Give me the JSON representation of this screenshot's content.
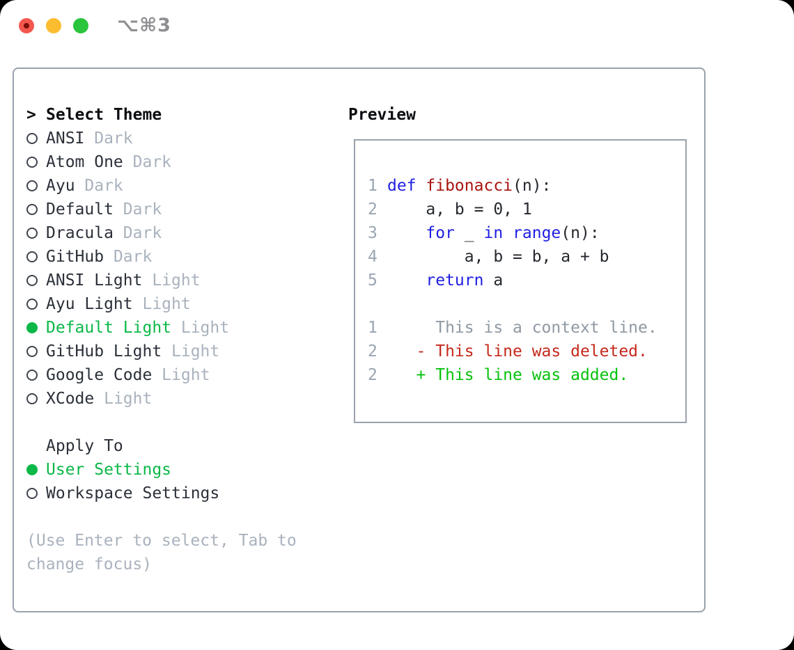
{
  "titlebar": {
    "shortcut": "⌥⌘3",
    "buttons": [
      "close-button",
      "minimize-button",
      "zoom-button"
    ]
  },
  "colors": {
    "traffic_red": "#f4574e",
    "traffic_yellow": "#fcbc2f",
    "traffic_green": "#2bc43d",
    "panel_border": "#99a2ad",
    "selection_green": "#0bb848",
    "muted_gray": "#a9b2bd",
    "keyword_blue": "#1f1fe0",
    "function_red": "#a81410",
    "context_gray": "#9099a3",
    "deleted_red": "#c5291c",
    "added_green": "#06c20c",
    "line_number_gray": "#9aa5b2"
  },
  "panel": {
    "theme_section": {
      "cursor": ">",
      "header": "Select Theme",
      "items": [
        {
          "name": "ANSI",
          "variant": " Dark",
          "selected": false
        },
        {
          "name": "Atom One",
          "variant": " Dark",
          "selected": false
        },
        {
          "name": "Ayu",
          "variant": " Dark",
          "selected": false
        },
        {
          "name": "Default",
          "variant": " Dark",
          "selected": false
        },
        {
          "name": "Dracula",
          "variant": " Dark",
          "selected": false
        },
        {
          "name": "GitHub",
          "variant": " Dark",
          "selected": false
        },
        {
          "name": "ANSI Light",
          "variant": " Light",
          "selected": false
        },
        {
          "name": "Ayu Light",
          "variant": " Light",
          "selected": false
        },
        {
          "name": "Default Light",
          "variant": " Light",
          "selected": true
        },
        {
          "name": "GitHub Light",
          "variant": " Light",
          "selected": false
        },
        {
          "name": "Google Code",
          "variant": " Light",
          "selected": false
        },
        {
          "name": "XCode",
          "variant": " Light",
          "selected": false
        }
      ]
    },
    "apply_section": {
      "header": "Apply To",
      "items": [
        {
          "name": "User Settings",
          "variant": "",
          "selected": true
        },
        {
          "name": "Workspace Settings",
          "variant": "",
          "selected": false
        }
      ]
    },
    "help": {
      "line1": "(Use Enter to select, Tab to",
      "line2": "change focus)"
    }
  },
  "preview": {
    "header": "Preview",
    "code_lines": [
      {
        "num": "1",
        "segments": [
          {
            "text": "def ",
            "style": "kw"
          },
          {
            "text": "fibonacci",
            "style": "fn"
          },
          {
            "text": "(n):",
            "style": "def"
          }
        ]
      },
      {
        "num": "2",
        "segments": [
          {
            "text": "    a, b = 0, 1",
            "style": "def"
          }
        ]
      },
      {
        "num": "3",
        "segments": [
          {
            "text": "    ",
            "style": "def"
          },
          {
            "text": "for",
            "style": "kw"
          },
          {
            "text": " _ ",
            "style": "def"
          },
          {
            "text": "in",
            "style": "kw"
          },
          {
            "text": " ",
            "style": "def"
          },
          {
            "text": "range",
            "style": "kw"
          },
          {
            "text": "(n):",
            "style": "def"
          }
        ]
      },
      {
        "num": "4",
        "segments": [
          {
            "text": "        a, b = b, a + b",
            "style": "def"
          }
        ]
      },
      {
        "num": "5",
        "segments": [
          {
            "text": "    ",
            "style": "def"
          },
          {
            "text": "return",
            "style": "kw"
          },
          {
            "text": " a",
            "style": "def"
          }
        ]
      }
    ],
    "diff_lines": [
      {
        "num": "1",
        "segments": [
          {
            "text": "     This is a context line.",
            "style": "ctx"
          }
        ]
      },
      {
        "num": "2",
        "segments": [
          {
            "text": "   - This line was deleted.",
            "style": "del"
          }
        ]
      },
      {
        "num": "2",
        "segments": [
          {
            "text": "   + This line was added.",
            "style": "add"
          }
        ]
      }
    ]
  }
}
